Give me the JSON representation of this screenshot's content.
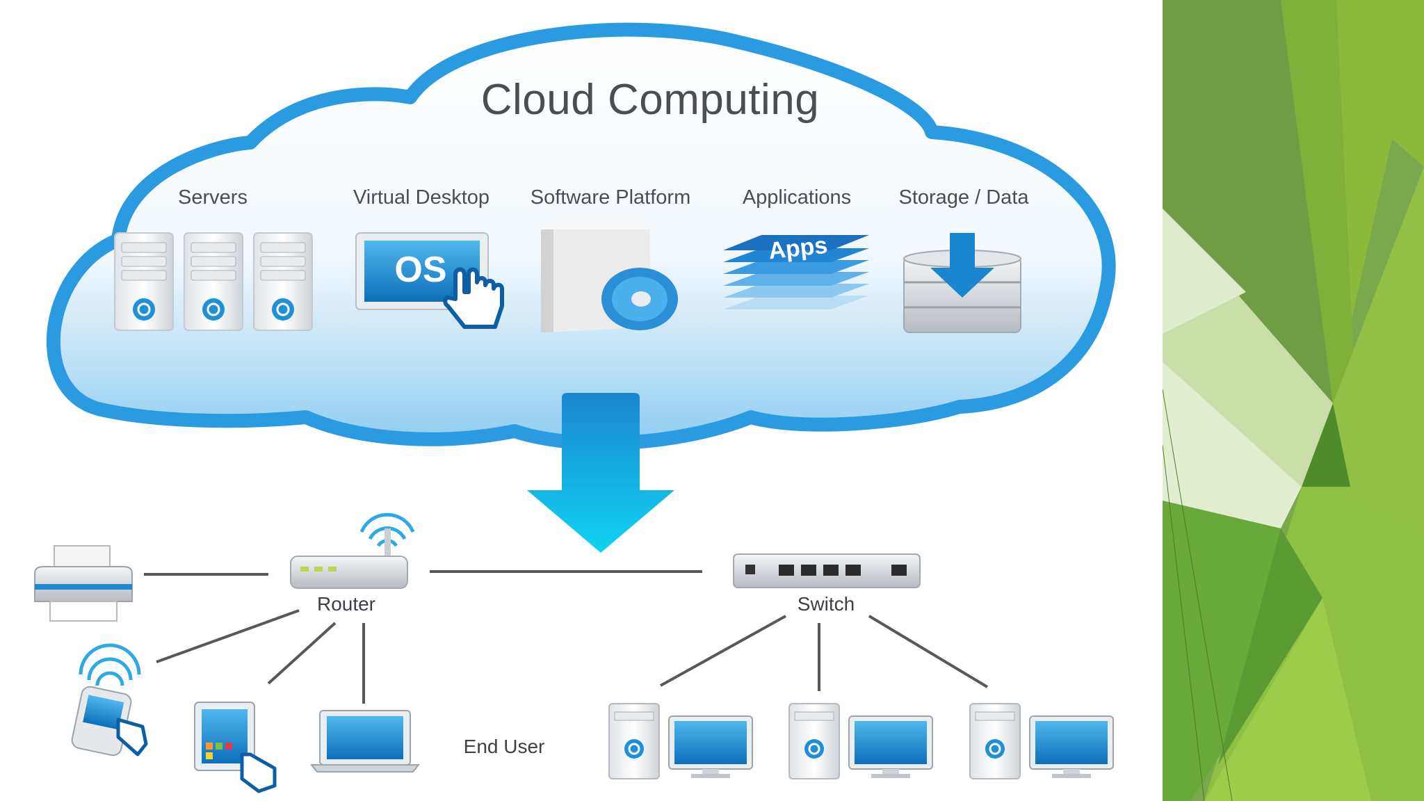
{
  "title": "Cloud Computing",
  "categories": [
    {
      "label": "Servers",
      "icon": "server-rack-icon"
    },
    {
      "label": "Virtual Desktop",
      "icon": "os-screen-icon",
      "badge": "OS"
    },
    {
      "label": "Software Platform",
      "icon": "software-box-icon"
    },
    {
      "label": "Applications",
      "icon": "apps-stack-icon",
      "badge": "Apps"
    },
    {
      "label": "Storage / Data",
      "icon": "database-icon"
    }
  ],
  "network": {
    "router_label": "Router",
    "switch_label": "Switch",
    "end_user_label": "End User"
  },
  "colors": {
    "cloud_blue": "#2a9be0",
    "arrow_blue": "#12b3e8",
    "line_gray": "#55585c",
    "deco_green": "#7bb33a"
  }
}
